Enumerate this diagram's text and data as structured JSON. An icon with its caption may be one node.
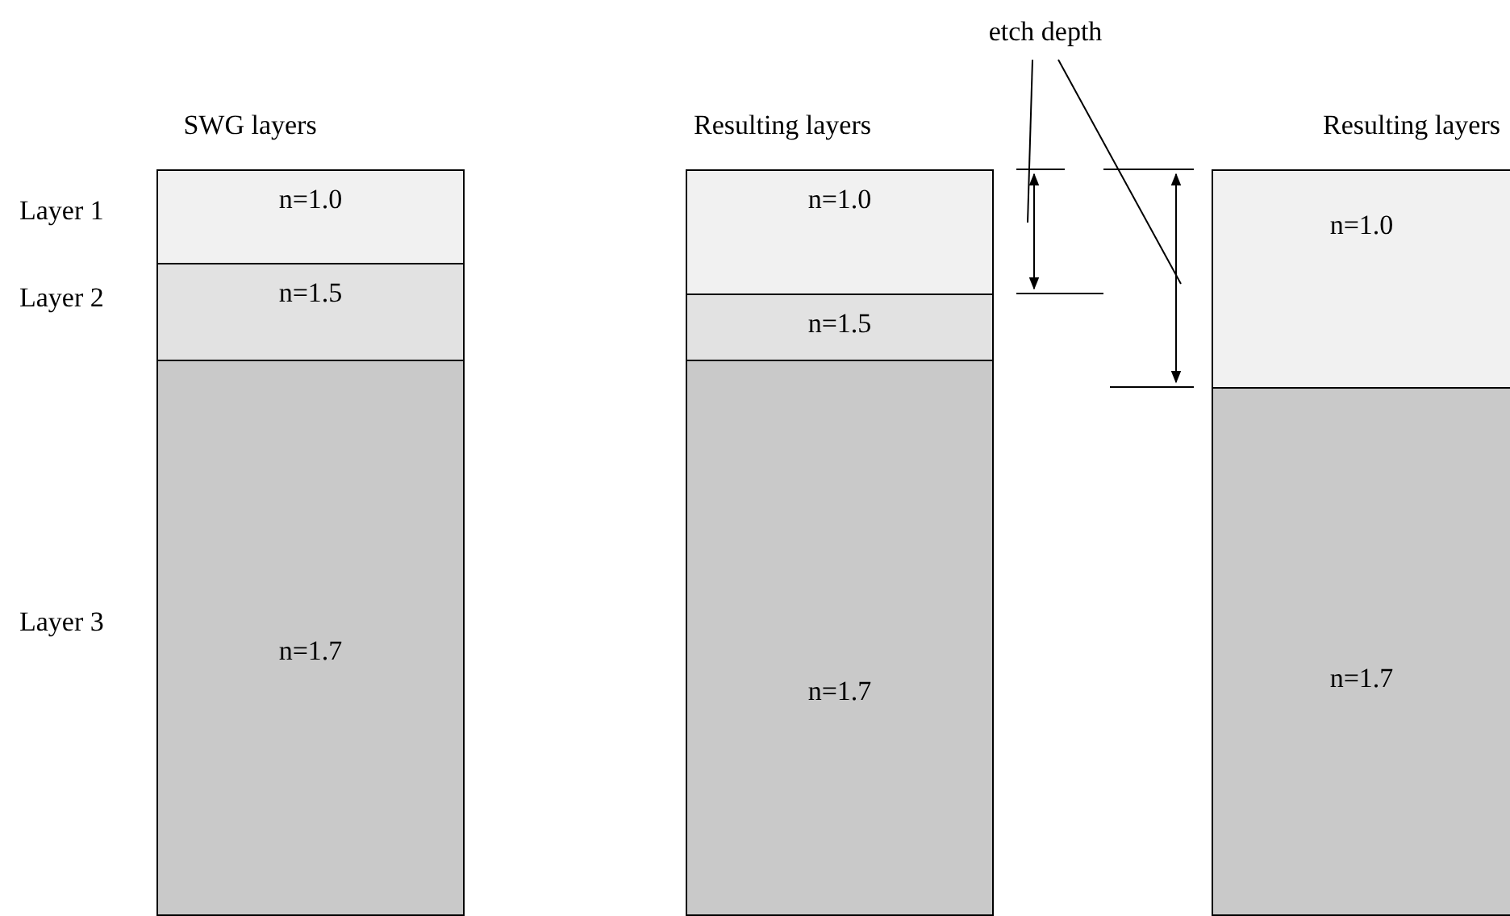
{
  "diagram": {
    "nodes": [
      {
        "text": [
          "n=1.0"
        ]
      },
      {
        "text": [
          "n=1.5"
        ]
      },
      {
        "text": [
          "n=1.7"
        ]
      },
      {
        "text": [
          "n=1.0"
        ]
      },
      {
        "text": [
          "n=1.5"
        ]
      },
      {
        "text": [
          "n=1.7"
        ]
      },
      {
        "text": [
          "n=1.0"
        ]
      },
      {
        "text": [
          "n=1.7"
        ]
      },
      {
        "text": [
          "etch depth"
        ]
      }
    ],
    "edges": [
      {
        "from": 8,
        "to": null,
        "arrow": "none"
      },
      {
        "from": 8,
        "to": null,
        "arrow": "none"
      }
    ],
    "labels": [
      "SWG layers",
      "Resulting layers",
      "Resulting layers",
      "Layer 1",
      "Layer 2",
      "Layer 3"
    ]
  }
}
